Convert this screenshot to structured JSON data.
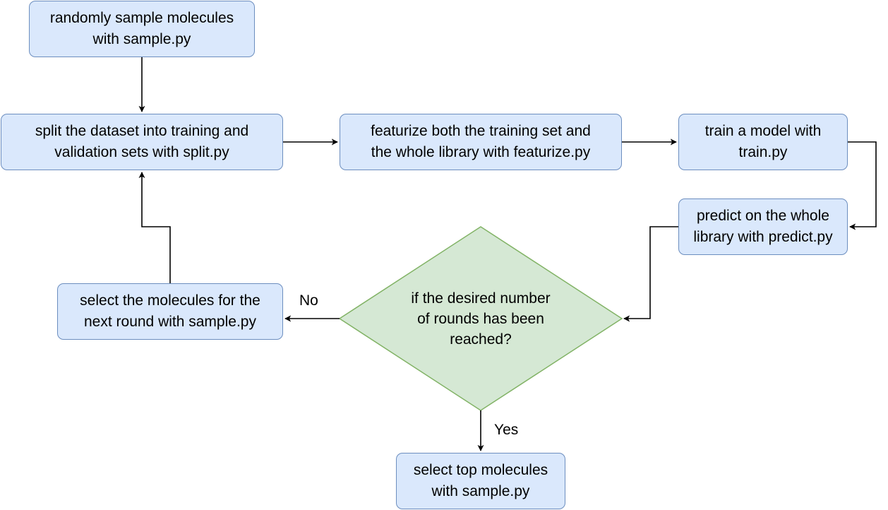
{
  "nodes": {
    "sample_random": {
      "line1": "randomly sample molecules",
      "line2": "with sample.py"
    },
    "split": {
      "line1": "split the dataset into training and",
      "line2": "validation sets with split.py"
    },
    "featurize": {
      "line1": "featurize both the training set and",
      "line2": "the whole library with featurize.py"
    },
    "train": {
      "line1": "train a model with",
      "line2": "train.py"
    },
    "predict": {
      "line1": "predict on the whole",
      "line2": "library with predict.py"
    },
    "decision": {
      "line1": "if the desired number",
      "line2": "of rounds has been",
      "line3": "reached?"
    },
    "select_next": {
      "line1": "select the molecules for the",
      "line2": "next round with sample.py"
    },
    "select_top": {
      "line1": "select top molecules",
      "line2": "with sample.py"
    }
  },
  "edge_labels": {
    "no": "No",
    "yes": "Yes"
  },
  "colors": {
    "process_fill": "#dae8fc",
    "process_stroke": "#6c8ebf",
    "decision_fill": "#d5e8d4",
    "decision_stroke": "#82b366",
    "edge": "#000000"
  }
}
